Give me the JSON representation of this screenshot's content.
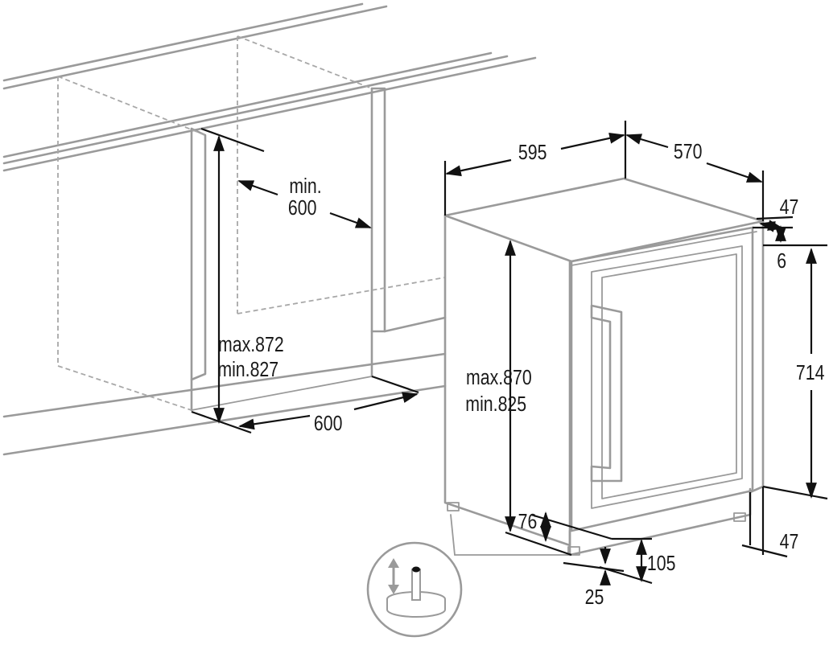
{
  "labels": {
    "niche_min_width": "min.",
    "niche_min_width_value": "600",
    "niche_height_max": "max.872",
    "niche_height_min": "min.827",
    "niche_depth": "600",
    "unit_width": "595",
    "unit_depth": "570",
    "door_offset": "47",
    "door_gap": "6",
    "unit_height_max": "max.870",
    "unit_height_min": "min.825",
    "door_height": "714",
    "plinth_depth_offset": "47",
    "kick_height": "76",
    "plinth_height": "105",
    "plinth_recess": "25"
  },
  "colors": {
    "outline": "#9a9a9a",
    "dimension": "#111111",
    "text": "#1a1a1a",
    "background": "#ffffff"
  },
  "icons": {
    "adjustable_foot": "adjustable-foot-icon"
  }
}
